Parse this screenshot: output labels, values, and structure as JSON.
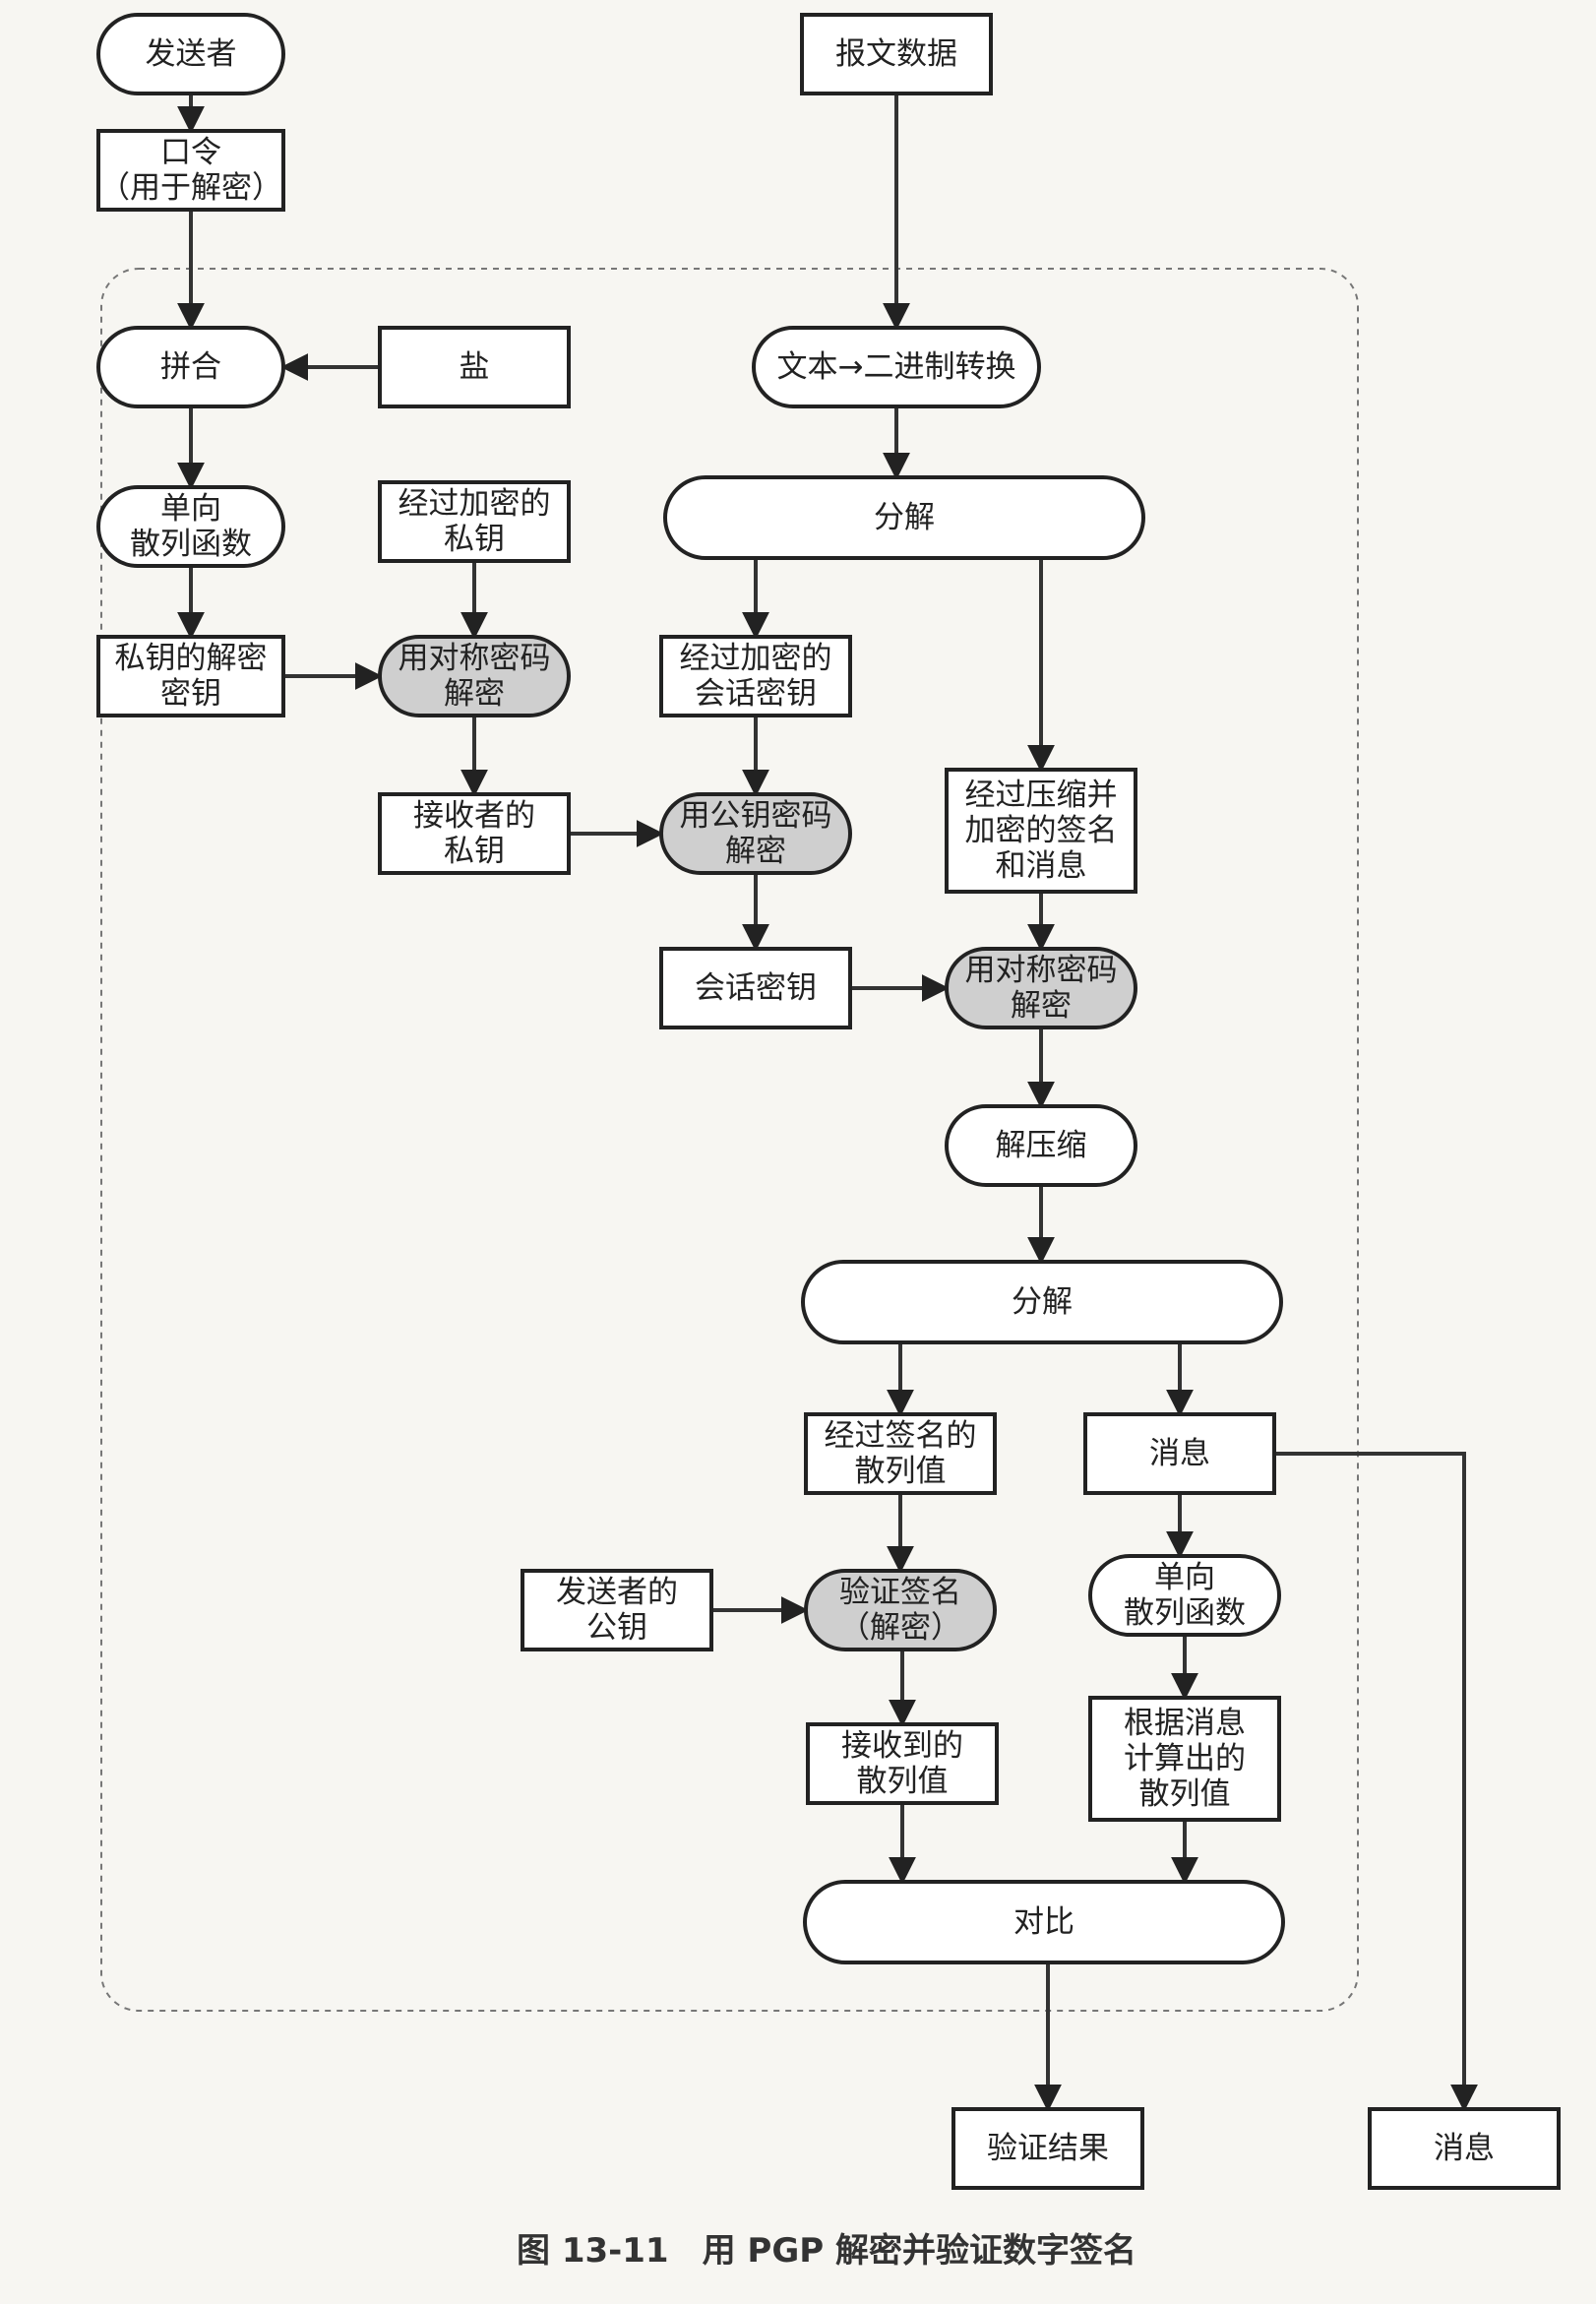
{
  "diagram": {
    "nodes": [
      {
        "id": "sender",
        "shape": "pill",
        "lines": [
          "发送者"
        ]
      },
      {
        "id": "password",
        "shape": "rect",
        "lines": [
          "口令",
          "（用于解密）"
        ]
      },
      {
        "id": "combine",
        "shape": "pill",
        "lines": [
          "拼合"
        ]
      },
      {
        "id": "salt",
        "shape": "rect",
        "lines": [
          "盐"
        ]
      },
      {
        "id": "hash1",
        "shape": "pill",
        "lines": [
          "单向",
          "散列函数"
        ]
      },
      {
        "id": "privkey-dec-key",
        "shape": "rect",
        "lines": [
          "私钥的解密",
          "密钥"
        ]
      },
      {
        "id": "enc-privkey",
        "shape": "rect",
        "lines": [
          "经过加密的",
          "私钥"
        ]
      },
      {
        "id": "sym-decrypt-1",
        "shape": "pill-gray",
        "lines": [
          "用对称密码",
          "解密"
        ]
      },
      {
        "id": "receiver-privkey",
        "shape": "rect",
        "lines": [
          "接收者的",
          "私钥"
        ]
      },
      {
        "id": "message-data",
        "shape": "rect",
        "lines": [
          "报文数据"
        ]
      },
      {
        "id": "text-to-binary",
        "shape": "pill",
        "lines": [
          "文本→二进制转换"
        ]
      },
      {
        "id": "split-1",
        "shape": "pill",
        "lines": [
          "分解"
        ]
      },
      {
        "id": "enc-session-key",
        "shape": "rect",
        "lines": [
          "经过加密的",
          "会话密钥"
        ]
      },
      {
        "id": "pubkey-decrypt",
        "shape": "pill-gray",
        "lines": [
          "用公钥密码",
          "解密"
        ]
      },
      {
        "id": "session-key",
        "shape": "rect",
        "lines": [
          "会话密钥"
        ]
      },
      {
        "id": "compressed-msg",
        "shape": "rect",
        "lines": [
          "经过压缩并",
          "加密的签名",
          "和消息"
        ]
      },
      {
        "id": "sym-decrypt-2",
        "shape": "pill-gray",
        "lines": [
          "用对称密码",
          "解密"
        ]
      },
      {
        "id": "decompress",
        "shape": "pill",
        "lines": [
          "解压缩"
        ]
      },
      {
        "id": "split-2",
        "shape": "pill",
        "lines": [
          "分解"
        ]
      },
      {
        "id": "signed-hash",
        "shape": "rect",
        "lines": [
          "经过签名的",
          "散列值"
        ]
      },
      {
        "id": "msg-inner",
        "shape": "rect",
        "lines": [
          "消息"
        ]
      },
      {
        "id": "sender-pubkey",
        "shape": "rect",
        "lines": [
          "发送者的",
          "公钥"
        ]
      },
      {
        "id": "verify-sig",
        "shape": "pill-gray",
        "lines": [
          "验证签名",
          "（解密）"
        ]
      },
      {
        "id": "hash2",
        "shape": "pill",
        "lines": [
          "单向",
          "散列函数"
        ]
      },
      {
        "id": "received-hash",
        "shape": "rect",
        "lines": [
          "接收到的",
          "散列值"
        ]
      },
      {
        "id": "computed-hash",
        "shape": "rect",
        "lines": [
          "根据消息",
          "计算出的",
          "散列值"
        ]
      },
      {
        "id": "compare",
        "shape": "pill",
        "lines": [
          "对比"
        ]
      },
      {
        "id": "verify-result",
        "shape": "rect",
        "lines": [
          "验证结果"
        ]
      },
      {
        "id": "msg-out",
        "shape": "rect",
        "lines": [
          "消息"
        ]
      }
    ],
    "edges": [
      [
        "sender",
        "password"
      ],
      [
        "password",
        "combine"
      ],
      [
        "salt",
        "combine"
      ],
      [
        "combine",
        "hash1"
      ],
      [
        "hash1",
        "privkey-dec-key"
      ],
      [
        "privkey-dec-key",
        "sym-decrypt-1"
      ],
      [
        "enc-privkey",
        "sym-decrypt-1"
      ],
      [
        "sym-decrypt-1",
        "receiver-privkey"
      ],
      [
        "receiver-privkey",
        "pubkey-decrypt"
      ],
      [
        "message-data",
        "text-to-binary"
      ],
      [
        "text-to-binary",
        "split-1"
      ],
      [
        "split-1",
        "enc-session-key"
      ],
      [
        "split-1",
        "compressed-msg"
      ],
      [
        "enc-session-key",
        "pubkey-decrypt"
      ],
      [
        "pubkey-decrypt",
        "session-key"
      ],
      [
        "session-key",
        "sym-decrypt-2"
      ],
      [
        "compressed-msg",
        "sym-decrypt-2"
      ],
      [
        "sym-decrypt-2",
        "decompress"
      ],
      [
        "decompress",
        "split-2"
      ],
      [
        "split-2",
        "signed-hash"
      ],
      [
        "split-2",
        "msg-inner"
      ],
      [
        "signed-hash",
        "verify-sig"
      ],
      [
        "sender-pubkey",
        "verify-sig"
      ],
      [
        "verify-sig",
        "received-hash"
      ],
      [
        "msg-inner",
        "hash2"
      ],
      [
        "msg-inner",
        "msg-out"
      ],
      [
        "hash2",
        "computed-hash"
      ],
      [
        "received-hash",
        "compare"
      ],
      [
        "computed-hash",
        "compare"
      ],
      [
        "compare",
        "verify-result"
      ]
    ]
  },
  "caption": "图 13-11　用 PGP 解密并验证数字签名"
}
